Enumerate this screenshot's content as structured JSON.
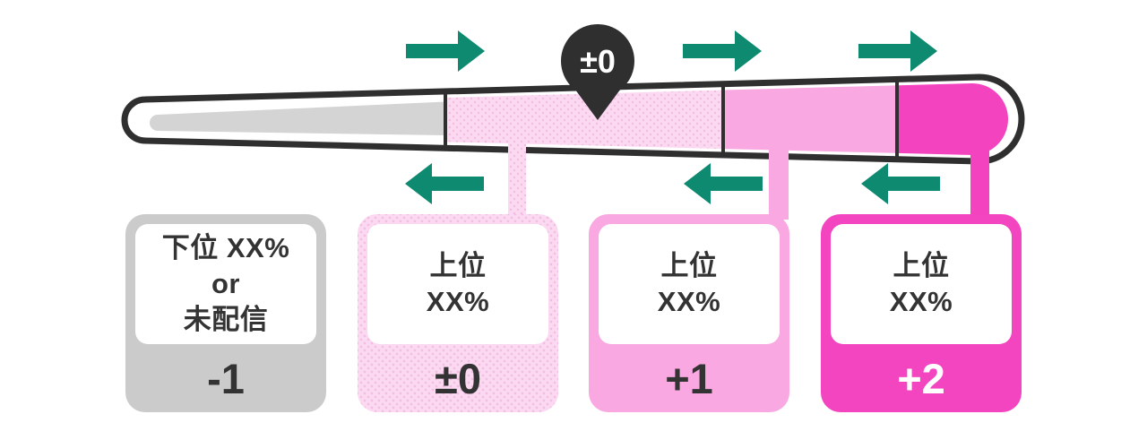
{
  "pin": {
    "label": "±0",
    "color": "#2f2f2f",
    "text_color": "#ffffff"
  },
  "gauge": {
    "outline_color": "#2f2f2f",
    "arrow_color": "#0d8a6f",
    "segments": [
      {
        "name": "tier-minus-1",
        "color": "#d4d4d4"
      },
      {
        "name": "tier-zero",
        "color": "#fbd9f0"
      },
      {
        "name": "tier-plus-1",
        "color": "#f9a8e1"
      },
      {
        "name": "tier-plus-2",
        "color": "#f443bf"
      }
    ]
  },
  "cards": [
    {
      "name": "tier-card-minus-1",
      "lines": [
        "下位 XX%",
        "or",
        "未配信"
      ],
      "value": "-1",
      "color": "#cbcbcb"
    },
    {
      "name": "tier-card-zero",
      "lines": [
        "上位",
        "XX%"
      ],
      "value": "±0",
      "color": "#fbd9f0"
    },
    {
      "name": "tier-card-plus-1",
      "lines": [
        "上位",
        "XX%"
      ],
      "value": "+1",
      "color": "#f9a8e1"
    },
    {
      "name": "tier-card-plus-2",
      "lines": [
        "上位",
        "XX%"
      ],
      "value": "+2",
      "color": "#f445c0"
    }
  ]
}
